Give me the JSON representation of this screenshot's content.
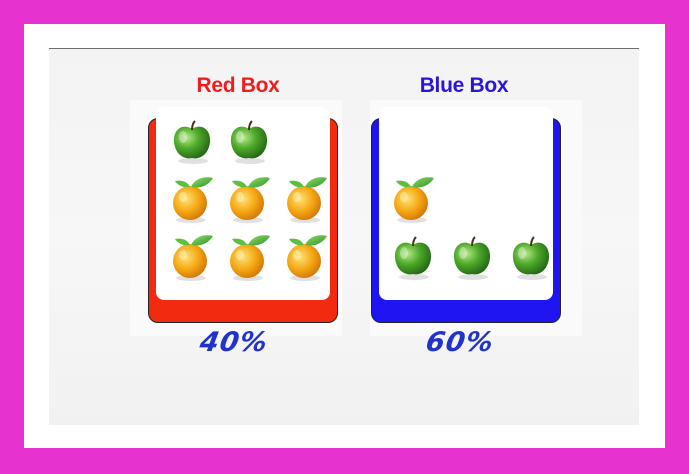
{
  "boxes": [
    {
      "title": "Red Box",
      "title_color": "#ee1c1c",
      "box_color": "#f22b10",
      "percent": "40%",
      "fruits": [
        {
          "kind": "apple"
        },
        {
          "kind": "apple"
        },
        {
          "kind": "orange"
        },
        {
          "kind": "orange"
        },
        {
          "kind": "orange"
        },
        {
          "kind": "orange"
        },
        {
          "kind": "orange"
        },
        {
          "kind": "orange"
        }
      ]
    },
    {
      "title": "Blue Box",
      "title_color": "#2a14d8",
      "box_color": "#1f14f2",
      "percent": "60%",
      "fruits": [
        {
          "kind": "orange"
        },
        {
          "kind": "apple"
        },
        {
          "kind": "apple"
        },
        {
          "kind": "apple"
        }
      ]
    }
  ],
  "colors": {
    "frame": "#e633d0",
    "percent_ink": "#2233cc"
  }
}
